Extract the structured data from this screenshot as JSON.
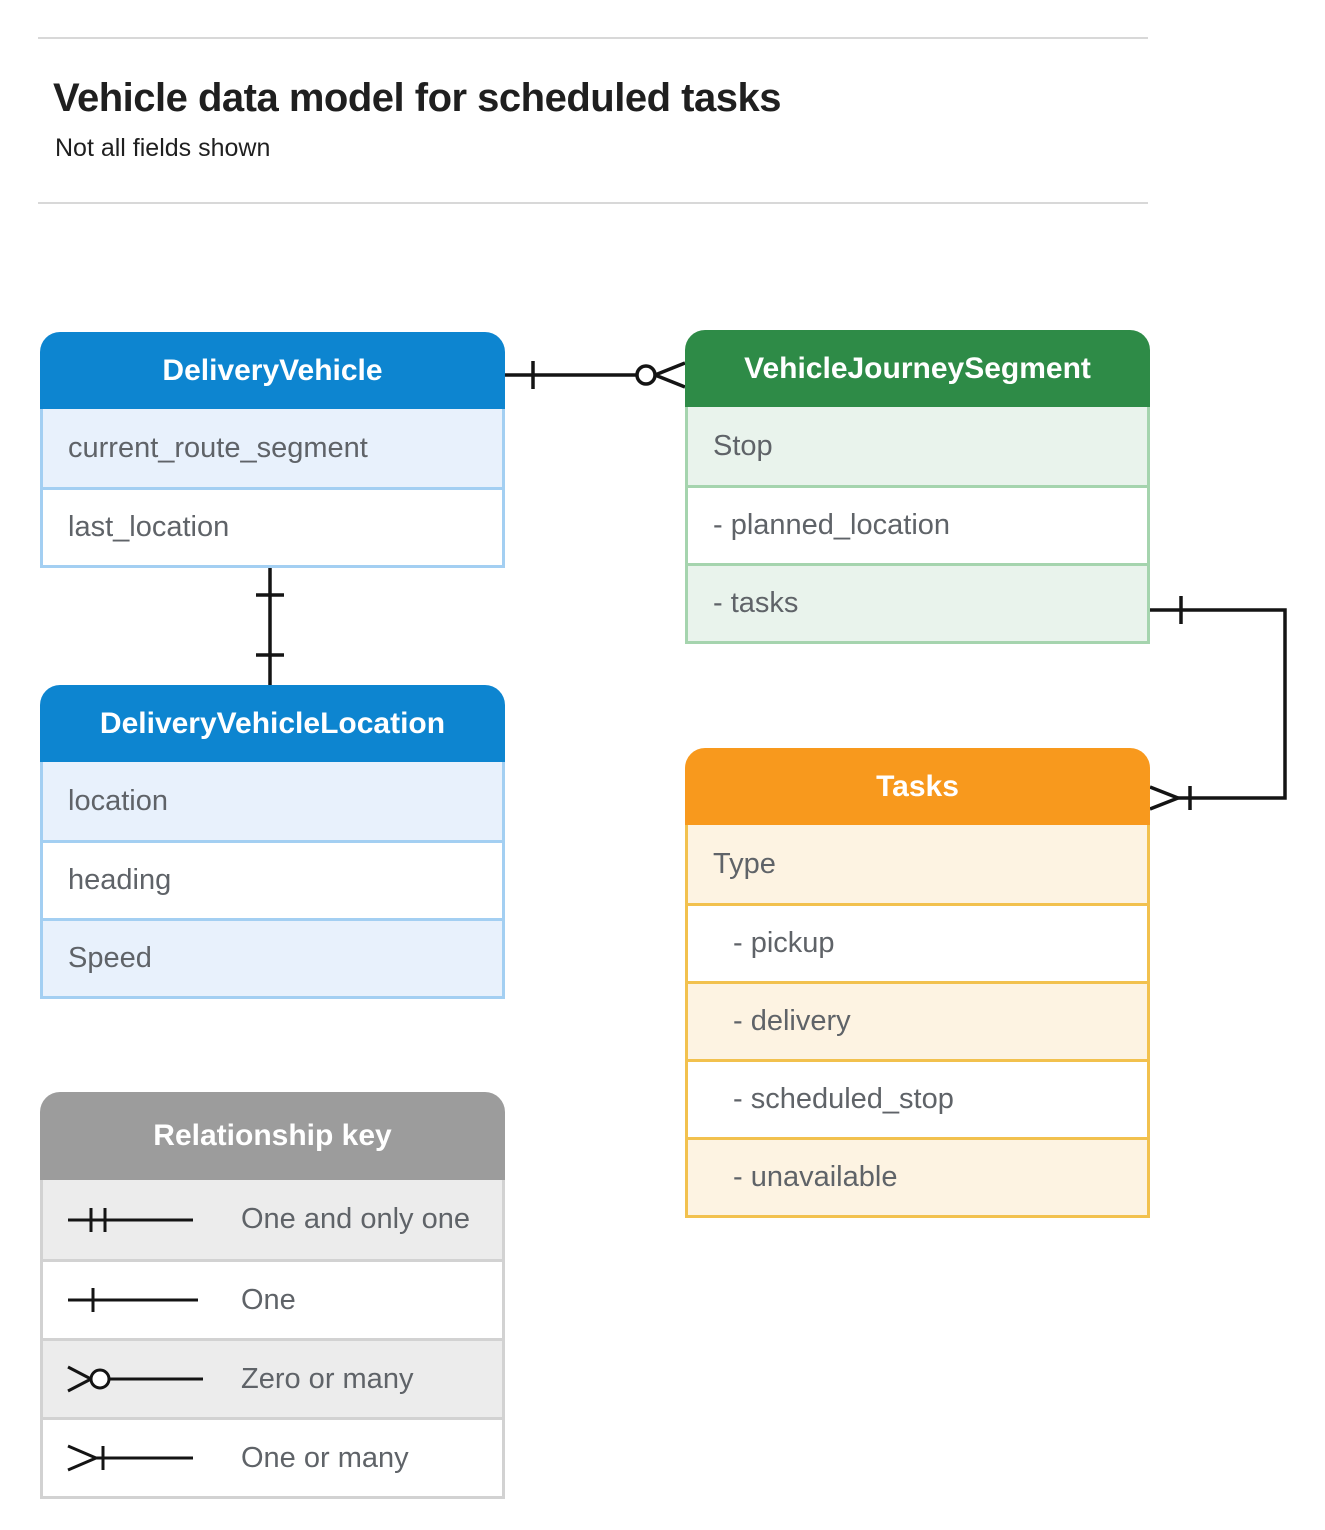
{
  "page": {
    "title": "Vehicle data model for scheduled tasks",
    "subtitle": "Not all fields shown"
  },
  "entities": [
    {
      "name": "DeliveryVehicle",
      "theme_color": "#0d85d0",
      "fields": [
        "current_route_segment",
        "last_location"
      ]
    },
    {
      "name": "VehicleJourneySegment",
      "theme_color": "#2e8b47",
      "fields": [
        "Stop",
        "- planned_location",
        "- tasks"
      ]
    },
    {
      "name": "DeliveryVehicleLocation",
      "theme_color": "#0d85d0",
      "fields": [
        "location",
        "heading",
        "Speed"
      ]
    },
    {
      "name": "Tasks",
      "theme_color": "#f8991d",
      "fields": [
        "Type",
        "- pickup",
        "- delivery",
        "- scheduled_stop",
        "- unavailable"
      ]
    }
  ],
  "connectors": [
    {
      "from": "DeliveryVehicle",
      "to": "VehicleJourneySegment",
      "from_cardinality": "One",
      "to_cardinality": "Zero or many"
    },
    {
      "from": "DeliveryVehicle",
      "to": "DeliveryVehicleLocation",
      "from_cardinality": "One",
      "to_cardinality": "One"
    },
    {
      "from": "VehicleJourneySegment",
      "to": "Tasks",
      "from_cardinality": "One",
      "to_cardinality": "One or many"
    }
  ],
  "legend": {
    "title": "Relationship key",
    "items": [
      {
        "symbol": "one-and-only-one",
        "label": "One and only one"
      },
      {
        "symbol": "one",
        "label": "One"
      },
      {
        "symbol": "zero-or-many",
        "label": "Zero or many"
      },
      {
        "symbol": "one-or-many",
        "label": "One or many"
      }
    ]
  },
  "colors": {
    "blue_header": "#0d85d0",
    "blue_tint": "#e8f1fc",
    "blue_border": "#a3cff2",
    "green_header": "#2e8b47",
    "green_tint": "#e9f3ec",
    "green_border": "#a5d4ae",
    "orange_header": "#f8991d",
    "orange_tint": "#fdf3e2",
    "orange_border": "#f2c14e",
    "gray_header": "#9c9c9c",
    "gray_tint": "#ececec",
    "gray_border": "#d2d2d2",
    "field_text": "#5f6368",
    "connector_line": "#141414",
    "divider": "#d8d8d8"
  }
}
